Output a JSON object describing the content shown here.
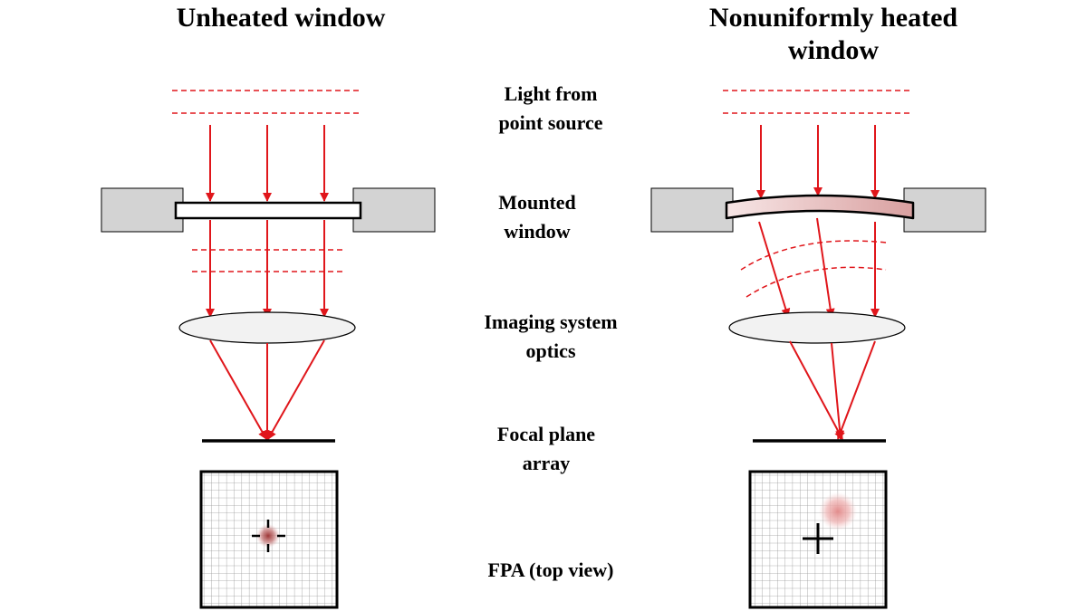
{
  "titles": {
    "left": "Unheated window",
    "right_line1": "Nonuniformly heated",
    "right_line2": "window"
  },
  "labels": {
    "light_line1": "Light from",
    "light_line2": "point source",
    "window_line1": "Mounted",
    "window_line2": "window",
    "optics_line1": "Imaging system",
    "optics_line2": "optics",
    "fpa_line1": "Focal plane",
    "fpa_line2": "array",
    "topview": "FPA (top view)"
  },
  "colors": {
    "ray": "#e0161b",
    "mount": "#d3d3d3",
    "lens": "#f2f2f2",
    "grid": "#9a9a9a",
    "window_heated_start": "#f7e6e6",
    "window_heated_end": "#d9a0a0"
  }
}
